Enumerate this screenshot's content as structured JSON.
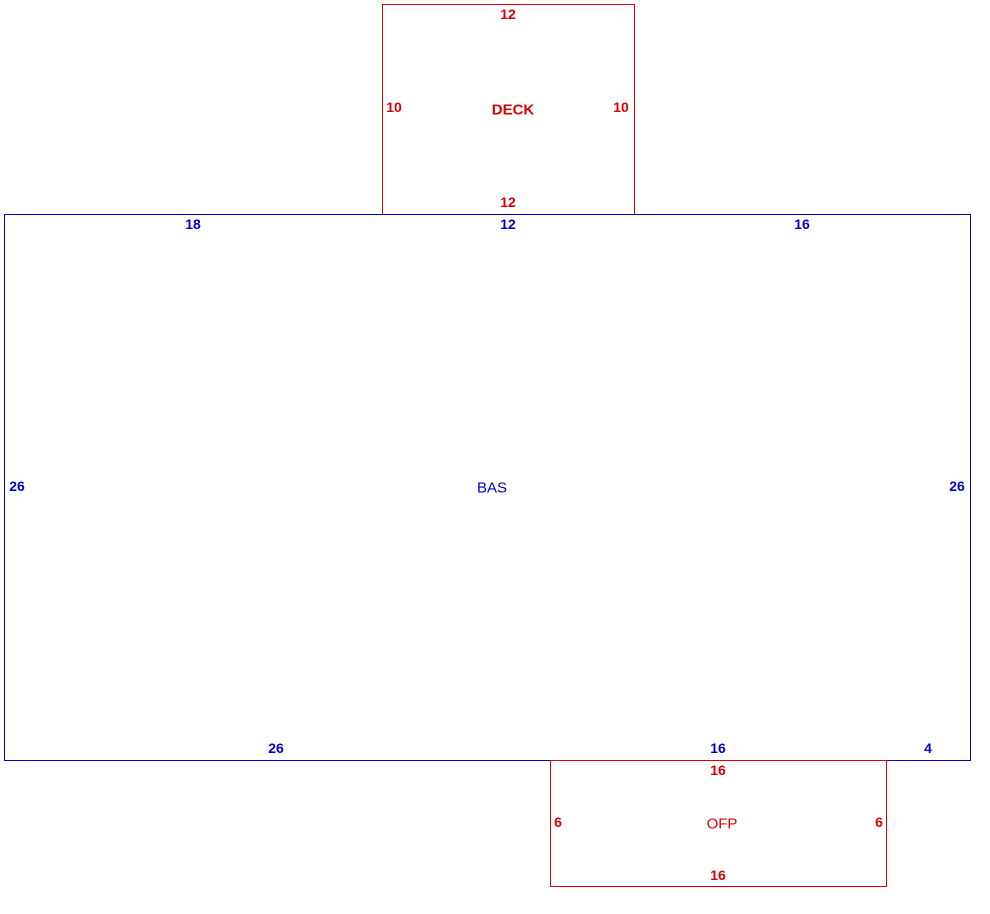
{
  "colors": {
    "bas": "#0000cc",
    "deck": "#dd0000",
    "ofp": "#dd0000"
  },
  "deck": {
    "name": "DECK",
    "top": "12",
    "left": "10",
    "right": "10",
    "bottom": "12"
  },
  "bas": {
    "name": "BAS",
    "top_left": "18",
    "top_mid": "12",
    "top_right": "16",
    "left": "26",
    "right": "26",
    "bottom_left": "26",
    "bottom_mid": "16",
    "bottom_right": "4"
  },
  "ofp": {
    "name": "OFP",
    "top": "16",
    "left": "6",
    "right": "6",
    "bottom": "16"
  }
}
